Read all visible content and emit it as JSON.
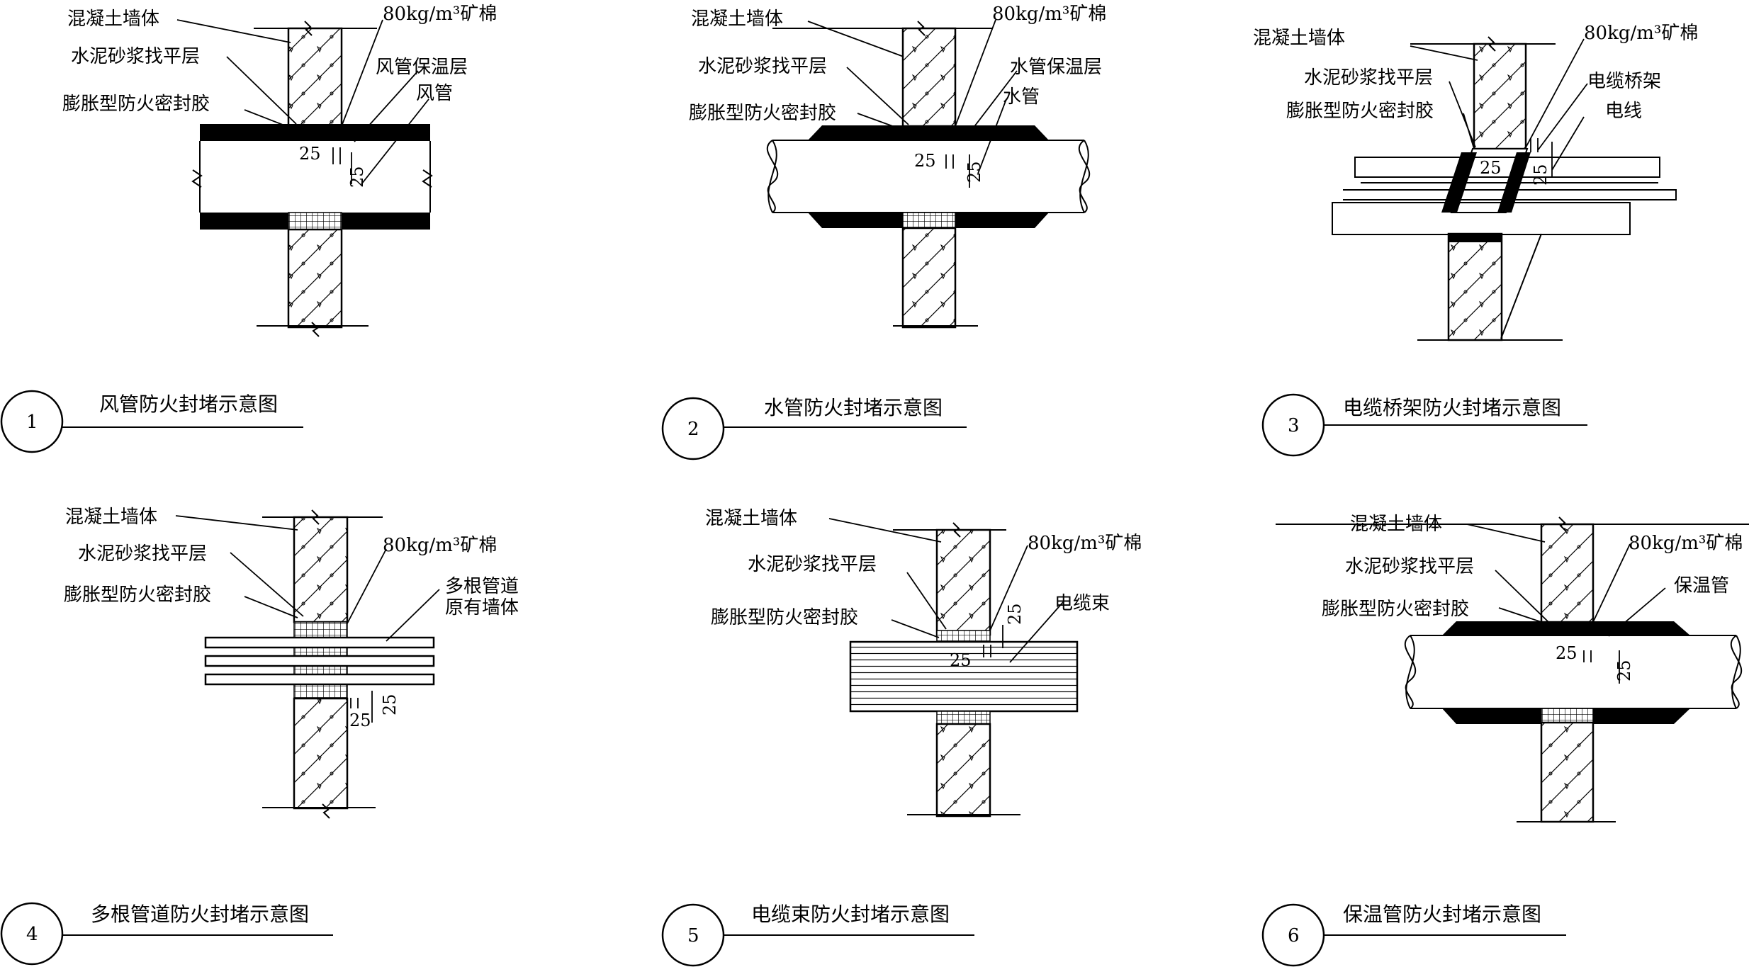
{
  "panels": [
    {
      "number": "1",
      "caption": "风管防火封堵示意图",
      "labels": {
        "wall": "混凝土墙体",
        "mortar": "水泥砂浆找平层",
        "sealant": "膨胀型防火密封胶",
        "wool": "80kg/m³矿棉",
        "insulation": "风管保温层",
        "pipe": "风管"
      },
      "dims": [
        "25",
        "25"
      ]
    },
    {
      "number": "2",
      "caption": "水管防火封堵示意图",
      "labels": {
        "wall": "混凝土墙体",
        "mortar": "水泥砂浆找平层",
        "sealant": "膨胀型防火密封胶",
        "wool": "80kg/m³矿棉",
        "insulation": "水管保温层",
        "pipe": "水管"
      },
      "dims": [
        "25",
        "25"
      ]
    },
    {
      "number": "3",
      "caption": "电缆桥架防火封堵示意图",
      "labels": {
        "wall": "混凝土墙体",
        "mortar": "水泥砂浆找平层",
        "sealant": "膨胀型防火密封胶",
        "wool": "80kg/m³矿棉",
        "tray": "电缆桥架",
        "wire": "电线"
      },
      "dims": [
        "25",
        "25"
      ]
    },
    {
      "number": "4",
      "caption": "多根管道防火封堵示意图",
      "labels": {
        "wall": "混凝土墙体",
        "mortar": "水泥砂浆找平层",
        "sealant": "膨胀型防火密封胶",
        "wool": "80kg/m³矿棉",
        "pipes": "多根管道",
        "existing": "原有墙体"
      },
      "dims": [
        "25",
        "25"
      ]
    },
    {
      "number": "5",
      "caption": "电缆束防火封堵示意图",
      "labels": {
        "wall": "混凝土墙体",
        "mortar": "水泥砂浆找平层",
        "sealant": "膨胀型防火密封胶",
        "wool": "80kg/m³矿棉",
        "bundle": "电缆束"
      },
      "dims": [
        "25",
        "25"
      ]
    },
    {
      "number": "6",
      "caption": "保温管防火封堵示意图",
      "labels": {
        "wall": "混凝土墙体",
        "mortar": "水泥砂浆找平层",
        "sealant": "膨胀型防火密封胶",
        "wool": "80kg/m³矿棉",
        "pipe": "保温管"
      },
      "dims": [
        "25",
        "25"
      ]
    }
  ]
}
